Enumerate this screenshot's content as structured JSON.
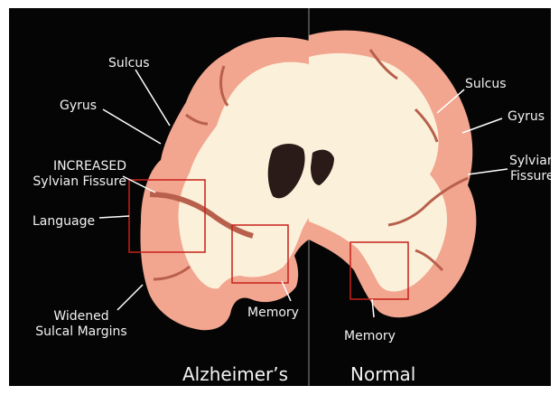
{
  "left_panel": {
    "caption": "Alzheimer’s",
    "labels": {
      "sulcus": "Sulcus",
      "gyrus": "Gyrus",
      "sylvian_line1": "INCREASED",
      "sylvian_line2": "Sylvian Fissure",
      "language": "Language",
      "sulcal_line1": "Widened",
      "sulcal_line2": "Sulcal Margins",
      "memory": "Memory"
    }
  },
  "right_panel": {
    "caption": "Normal",
    "labels": {
      "sulcus": "Sulcus",
      "gyrus": "Gyrus",
      "sylvian_line1": "Sylvian",
      "sylvian_line2": "Fissure",
      "memory": "Memory"
    }
  },
  "colors": {
    "background": "#050505",
    "cortex": "#f2a58f",
    "white_matter": "#fbf1da",
    "highlight_box": "#c8201a",
    "text": "#f2f2f2"
  }
}
